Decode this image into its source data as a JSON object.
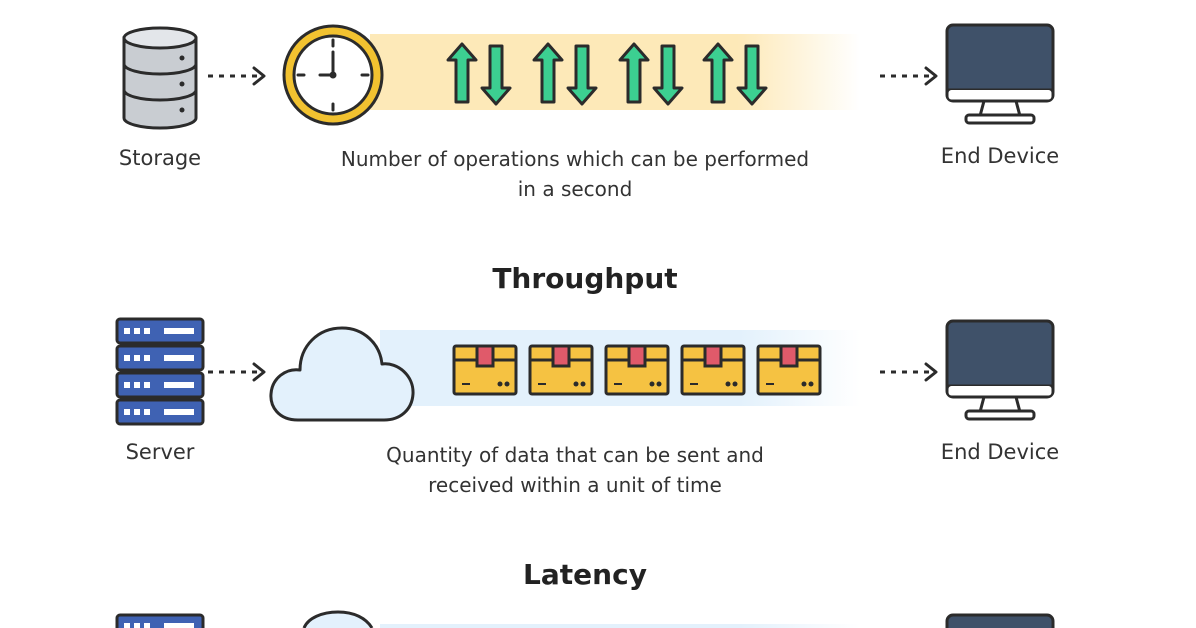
{
  "sections": [
    {
      "title": "",
      "source_label": "Storage",
      "description_line1": "Number of operations which can be performed",
      "description_line2": "in a second",
      "target_label": "End Device"
    },
    {
      "title": "Throughput",
      "source_label": "Server",
      "description_line1": "Quantity of data that can be sent and",
      "description_line2": "received within a unit of time",
      "target_label": "End Device"
    },
    {
      "title": "Latency"
    }
  ],
  "colors": {
    "outline": "#2b2b2b",
    "clock_ring": "#f2c230",
    "arrow_green": "#3ccf91",
    "band_yellow": "#fde9b8",
    "band_blue": "#e3f1fc",
    "server_blue": "#3f62b3",
    "monitor_screen": "#3f5169",
    "box_yellow": "#f5c242",
    "box_tape": "#e05a6a",
    "db_gray": "#c9cdd2"
  },
  "icons": [
    "database-icon",
    "clock-icon",
    "up-down-arrows-icon",
    "monitor-icon",
    "server-icon",
    "cloud-icon",
    "package-icon"
  ]
}
